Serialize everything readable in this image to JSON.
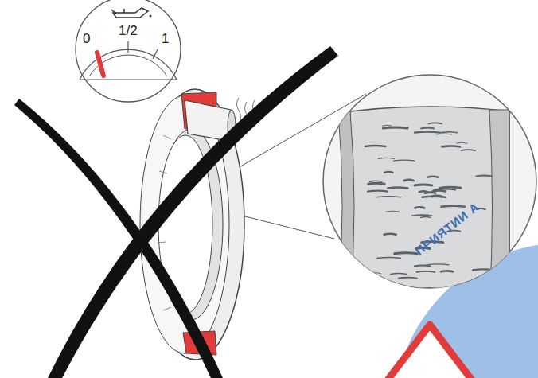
{
  "diagram": {
    "labels": [
      "0",
      "1/2",
      "1",
      "ПРИЯТИИ А"
    ]
  }
}
